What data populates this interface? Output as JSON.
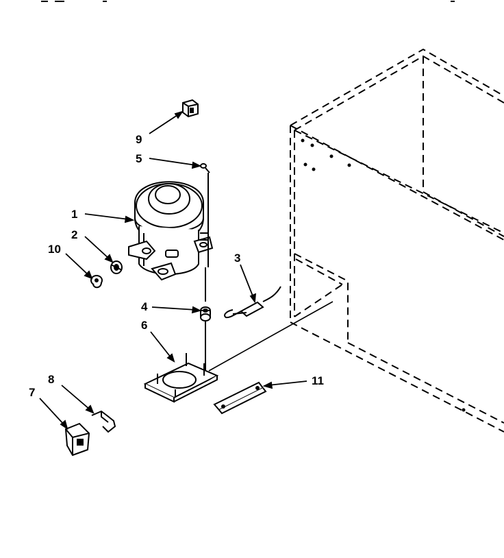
{
  "diagram": {
    "callouts": [
      {
        "id": "1",
        "label": "1",
        "part": "compressor"
      },
      {
        "id": "2",
        "label": "2",
        "part": "grommet"
      },
      {
        "id": "3",
        "label": "3",
        "part": "power cord"
      },
      {
        "id": "4",
        "label": "4",
        "part": "bushing"
      },
      {
        "id": "5",
        "label": "5",
        "part": "screw"
      },
      {
        "id": "6",
        "label": "6",
        "part": "mounting base"
      },
      {
        "id": "7",
        "label": "7",
        "part": "relay cover"
      },
      {
        "id": "8",
        "label": "8",
        "part": "clip"
      },
      {
        "id": "9",
        "label": "9",
        "part": "relay"
      },
      {
        "id": "10",
        "label": "10",
        "part": "plug"
      },
      {
        "id": "11",
        "label": "11",
        "part": "bracket"
      }
    ],
    "colors": {
      "ink": "#000000",
      "paper": "#ffffff"
    }
  }
}
